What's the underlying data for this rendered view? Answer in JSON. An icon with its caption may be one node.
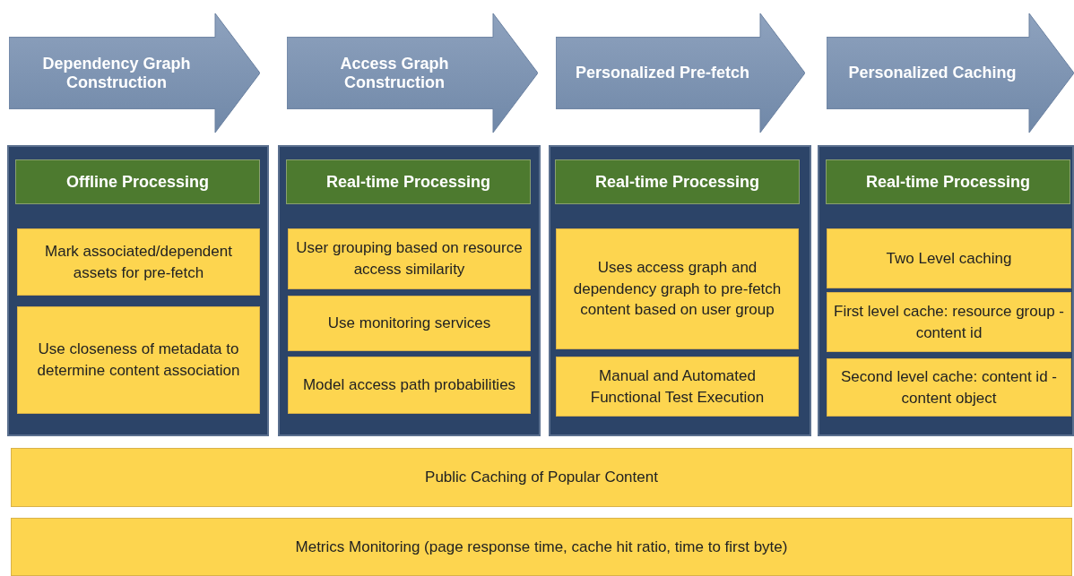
{
  "diagram": {
    "nodes": [
      {
        "text": [
          "Dependency Graph Construction"
        ]
      },
      {
        "text": [
          "Access Graph Construction"
        ]
      },
      {
        "text": [
          "Personalized Pre-fetch"
        ]
      },
      {
        "text": [
          "Personalized Caching"
        ]
      },
      {
        "text": [],
        "shape": "box"
      },
      {
        "text": [
          "Offline Processing"
        ],
        "in": 4
      },
      {
        "text": [
          "Mark associated/dependent assets for pre-fetch"
        ],
        "in": 4
      },
      {
        "text": [
          "Use closeness of metadata to determine content association"
        ],
        "in": 4
      },
      {
        "text": [],
        "shape": "box"
      },
      {
        "text": [
          "Real-time Processing"
        ],
        "in": 8
      },
      {
        "text": [
          "User grouping based on resource access similarity"
        ],
        "in": 8
      },
      {
        "text": [
          "Use monitoring  services"
        ],
        "in": 8
      },
      {
        "text": [
          "Model access path probabilities"
        ],
        "in": 8
      },
      {
        "text": [],
        "shape": "box"
      },
      {
        "text": [
          "Real-time Processing"
        ],
        "in": 13
      },
      {
        "text": [
          "Uses access graph and dependency graph to pre-fetch content based on user group"
        ],
        "in": 13
      },
      {
        "text": [
          "Manual and Automated Functional Test Execution"
        ],
        "in": 13
      },
      {
        "text": [],
        "shape": "box"
      },
      {
        "text": [
          "Real-time Processing"
        ],
        "in": 17
      },
      {
        "text": [
          "Two Level caching"
        ],
        "in": 17
      },
      {
        "text": [
          "First level cache: resource group - content id"
        ],
        "in": 17
      },
      {
        "text": [
          "Second level cache: content id - content object"
        ],
        "in": 17
      },
      {
        "text": [
          "Public Caching of Popular Content"
        ]
      },
      {
        "text": [
          "Metrics Monitoring (page response time, cache hit ratio, time to first byte)"
        ]
      }
    ]
  }
}
